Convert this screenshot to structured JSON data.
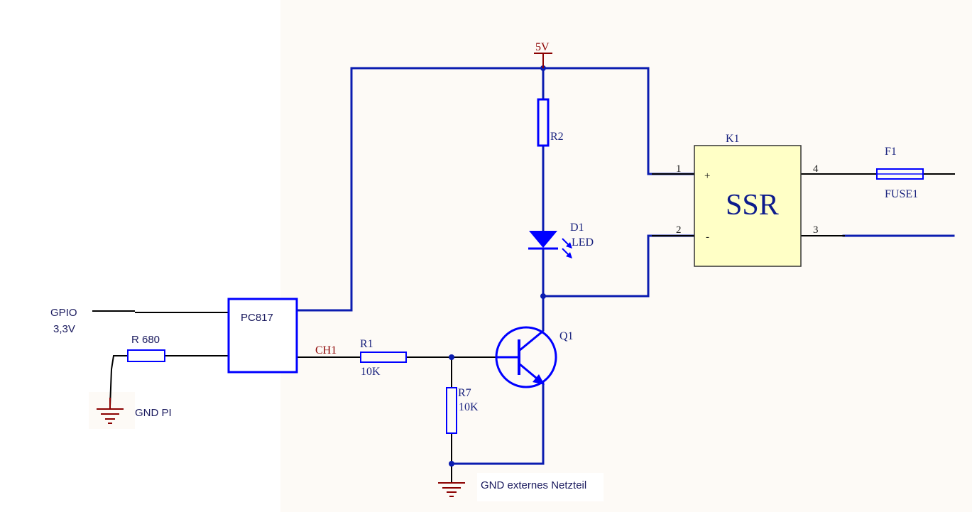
{
  "colors": {
    "sheet": "#fdfaf6",
    "wire_blue": "#0b1cb0",
    "wire_black": "#000000",
    "component": "#0000ff",
    "label_blue": "#1a237e",
    "net_red": "#8b0000",
    "ssr_fill": "#ffffc6",
    "ssr_text": "#0d1b8c"
  },
  "labels": {
    "power_net": "5V",
    "gpio_line1": "GPIO",
    "gpio_line2": "3,3V",
    "r680": "R 680",
    "gnd_pi": "GND PI",
    "optocoupler": "PC817",
    "ch1": "CH1",
    "r1_name": "R1",
    "r1_value": "10K",
    "r7_name": "R7",
    "r7_value": "10K",
    "gnd_ext": "GND externes Netzteil",
    "r2_name": "R2",
    "d1_name": "D1",
    "d1_value": "LED",
    "q1_name": "Q1",
    "k1_name": "K1",
    "ssr": "SSR",
    "pin1": "1",
    "pin2": "2",
    "pin3": "3",
    "pin4": "4",
    "plus": "+",
    "minus": "-",
    "f1_name": "F1",
    "f1_value": "FUSE1"
  }
}
